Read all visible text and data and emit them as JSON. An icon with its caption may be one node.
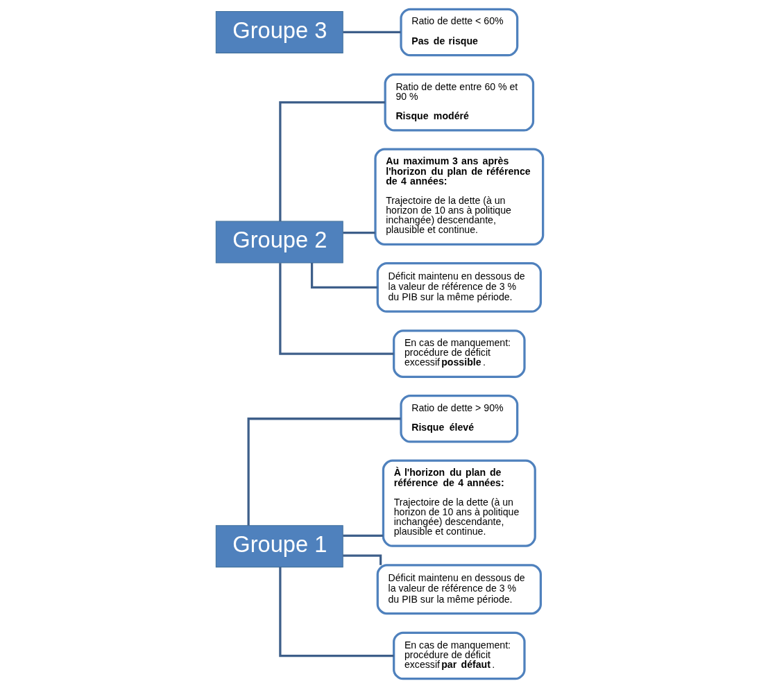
{
  "diagram": {
    "nodes": [
      {
        "text": [
          "Groupe 1"
        ]
      },
      {
        "text": [
          "Ratio de dette > 90%",
          "Risque élevé"
        ]
      },
      {
        "text": [
          "À l'horizon du plan de référence de 4 années:",
          "Trajectoire de la dette (à un horizon de 10 ans à politique inchangée) descendante, plausible et continue."
        ]
      },
      {
        "text": [
          "Déficit maintenu en dessous de la valeur de référence de 3 % du PIB sur la même période."
        ]
      },
      {
        "text": [
          "En cas de manquement: procédure de déficit excessif **par défaut**."
        ]
      },
      {
        "text": [
          "Groupe 2"
        ]
      },
      {
        "text": [
          "Ratio de dette entre 60 % et 90 %",
          "Risque modéré"
        ]
      },
      {
        "text": [
          "Au maximum 3 ans après l'horizon du plan de référence de 4 années:",
          "Trajectoire de la dette (à un horizon de 10 ans à politique inchangée) descendante, plausible et continue."
        ]
      },
      {
        "text": [
          "Déficit maintenu en dessous de la valeur de référence de 3 % du PIB sur la même période."
        ]
      },
      {
        "text": [
          "En cas de manquement: procédure de déficit excessif **possible**."
        ]
      },
      {
        "text": [
          "Groupe 3"
        ]
      },
      {
        "text": [
          "Ratio de dette < 60%",
          "Pas de risque"
        ]
      }
    ],
    "edges": [
      {
        "from": 0,
        "to": 1,
        "arrow": "none"
      },
      {
        "from": 0,
        "to": 2,
        "arrow": "none"
      },
      {
        "from": 0,
        "to": 3,
        "arrow": "none"
      },
      {
        "from": 0,
        "to": 4,
        "arrow": "none"
      },
      {
        "from": 5,
        "to": 6,
        "arrow": "none"
      },
      {
        "from": 5,
        "to": 7,
        "arrow": "none"
      },
      {
        "from": 5,
        "to": 8,
        "arrow": "none"
      },
      {
        "from": 5,
        "to": 9,
        "arrow": "none"
      },
      {
        "from": 10,
        "to": 11,
        "arrow": "none"
      }
    ]
  }
}
